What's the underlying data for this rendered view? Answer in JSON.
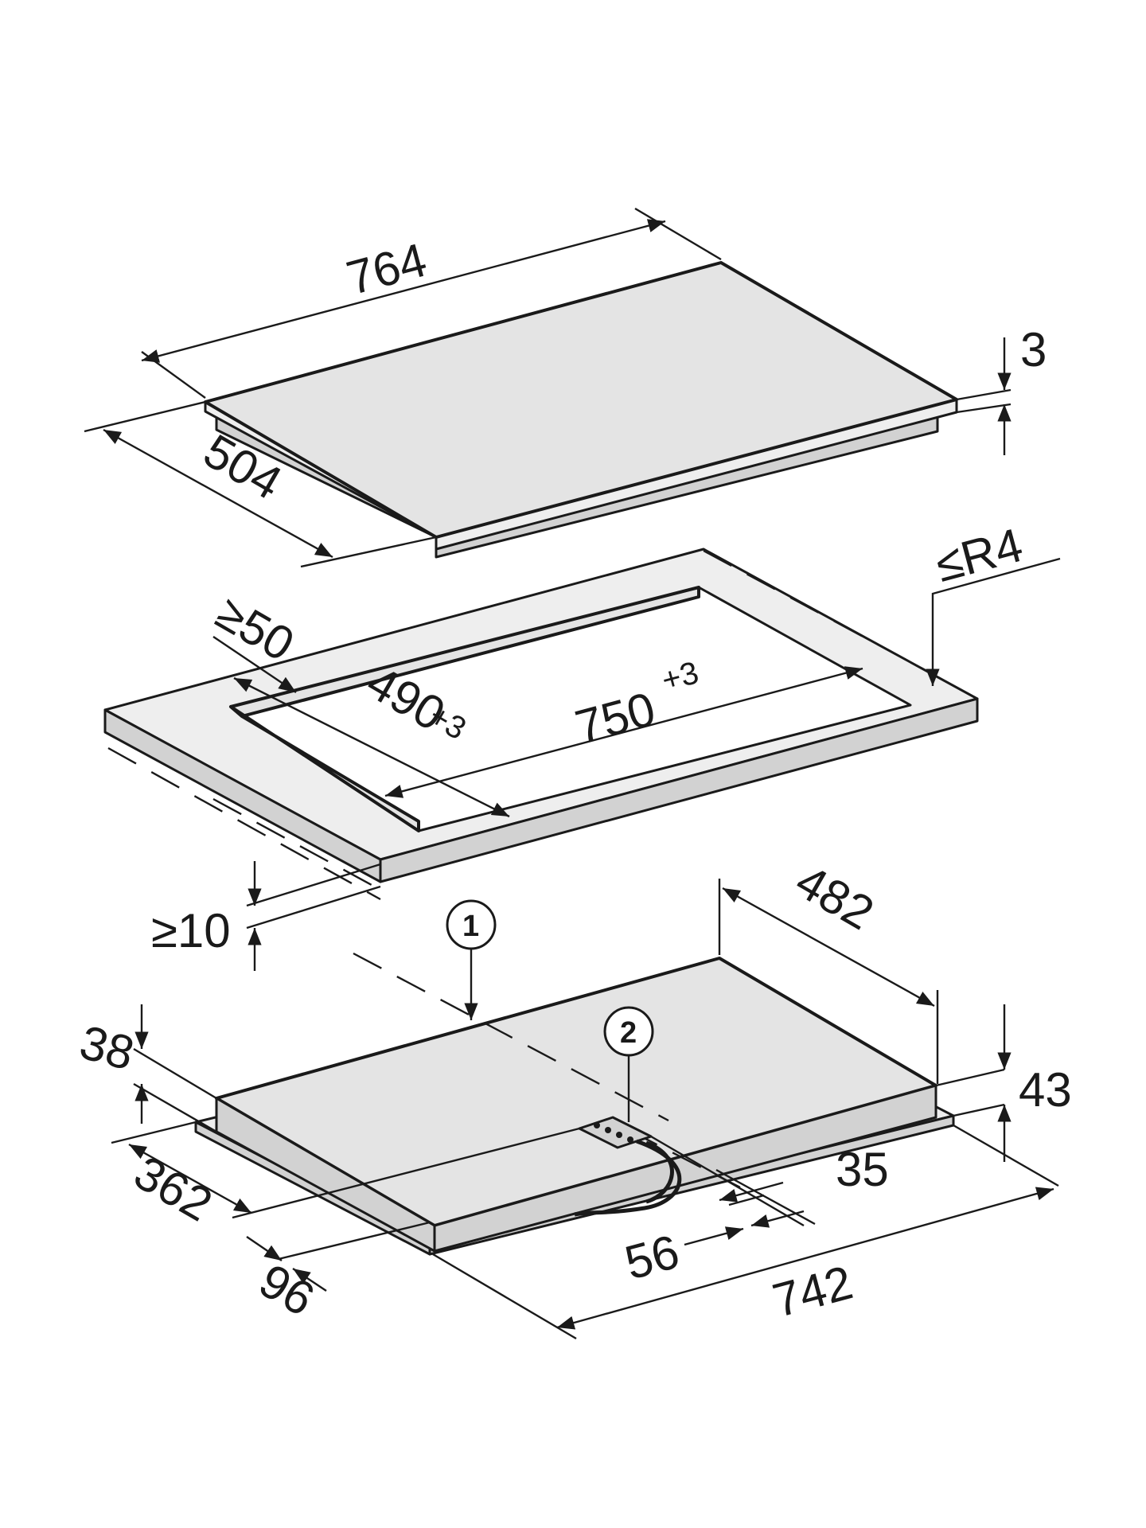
{
  "hob_top": {
    "width": "764",
    "depth": "504",
    "glass_thickness": "3"
  },
  "cutout": {
    "corner_radius": "≤R4",
    "min_front_distance": "≥50",
    "depth": "490",
    "depth_tolerance": "+3",
    "width": "750",
    "width_tolerance": "+3",
    "min_worktop_thickness": "≥10"
  },
  "hob_body": {
    "depth": "482",
    "front_height": "38",
    "total_height": "43",
    "terminal_offset_a": "35",
    "terminal_offset_b": "56",
    "width": "742",
    "depth_to_terminal": "362",
    "front_offset": "96"
  },
  "callouts": [
    "1",
    "2"
  ]
}
